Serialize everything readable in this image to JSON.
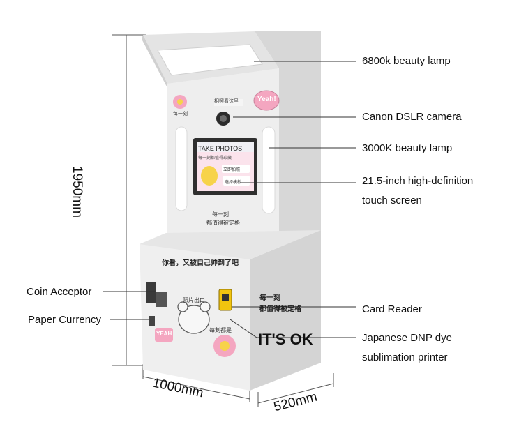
{
  "machine": {
    "screen_title": "TAKE PHOTOS",
    "screen_sub": "每一刻都值得珍藏",
    "screen_btn1": "立即拍照",
    "screen_btn2": "选择模板",
    "top_sticker": "相照看这里",
    "yeah_badge": "Yeah!",
    "flower_text": "每一刻",
    "mid_text_1": "每一刻",
    "mid_text_2": "都值得被定格",
    "slogan_cn": "你看，又被自己帅到了吧",
    "output_label": "照片出口",
    "side_text_1": "每一刻",
    "side_text_2": "都值得被定格",
    "side_slogan": "IT'S OK",
    "small_flower_text": "每刻都是",
    "sticker_pink": "YEAH"
  },
  "callouts": [
    {
      "id": "lamp-6800k",
      "text": "6800k beauty lamp"
    },
    {
      "id": "camera",
      "text": "Canon DSLR camera"
    },
    {
      "id": "lamp-3000k",
      "text": "3000K beauty lamp"
    },
    {
      "id": "screen-1",
      "text": "21.5-inch high-definition"
    },
    {
      "id": "screen-2",
      "text": "touch screen"
    },
    {
      "id": "coin",
      "text": "Coin Acceptor"
    },
    {
      "id": "paper",
      "text": "Paper Currency"
    },
    {
      "id": "card",
      "text": "Card Reader"
    },
    {
      "id": "printer-1",
      "text": "Japanese DNP dye"
    },
    {
      "id": "printer-2",
      "text": "sublimation printer"
    }
  ],
  "dimensions": {
    "height": "1950mm",
    "width": "1000mm",
    "depth": "520mm"
  },
  "colors": {
    "body": "#ececec",
    "body_shade": "#d9d9d9",
    "pink": "#f4a6c0",
    "yellow": "#f1c40f",
    "screen_bg": "#fbe3ec"
  }
}
